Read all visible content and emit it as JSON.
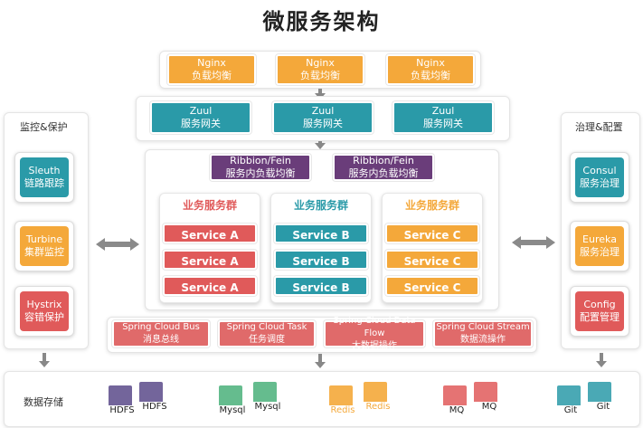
{
  "title": "微服务架构",
  "nginx": [
    {
      "line1": "Nginx",
      "line2": "负载均衡"
    },
    {
      "line1": "Nginx",
      "line2": "负载均衡"
    },
    {
      "line1": "Nginx",
      "line2": "负载均衡"
    }
  ],
  "zuul": [
    {
      "line1": "Zuul",
      "line2": "服务网关"
    },
    {
      "line1": "Zuul",
      "line2": "服务网关"
    },
    {
      "line1": "Zuul",
      "line2": "服务网关"
    }
  ],
  "ribbon": [
    {
      "line1": "Ribbion/Fein",
      "line2": "服务内负载均衡"
    },
    {
      "line1": "Ribbion/Fein",
      "line2": "服务内负载均衡"
    }
  ],
  "groups": [
    {
      "title": "业务服务群",
      "services": [
        "Service A",
        "Service A",
        "Service A"
      ],
      "color": "#e05a5a"
    },
    {
      "title": "业务服务群",
      "services": [
        "Service B",
        "Service B",
        "Service B"
      ],
      "color": "#2a9aa8"
    },
    {
      "title": "业务服务群",
      "services": [
        "Service C",
        "Service C",
        "Service C"
      ],
      "color": "#f4a83a"
    }
  ],
  "cloud": [
    {
      "line1": "Spring Cloud Bus",
      "line2": "消息总线"
    },
    {
      "line1": "Spring Cloud Task",
      "line2": "任务调度"
    },
    {
      "line1": "Spring Cloud Data Flow",
      "line2": "大数据操作"
    },
    {
      "line1": "Spring Cloud Stream",
      "line2": "数据流操作"
    }
  ],
  "left_panel": {
    "label": "监控&保护",
    "items": [
      {
        "line1": "Sleuth",
        "line2": "链路跟踪",
        "color": "#2a9aa8"
      },
      {
        "line1": "Turbine",
        "line2": "集群监控",
        "color": "#f4a83a"
      },
      {
        "line1": "Hystrix",
        "line2": "容错保护",
        "color": "#e05a5a"
      }
    ]
  },
  "right_panel": {
    "label": "治理&配置",
    "items": [
      {
        "line1": "Consul",
        "line2": "服务治理",
        "color": "#2a9aa8"
      },
      {
        "line1": "Eureka",
        "line2": "服务治理",
        "color": "#f4a83a"
      },
      {
        "line1": "Config",
        "line2": "配置管理",
        "color": "#e05a5a"
      }
    ]
  },
  "storage": {
    "label": "数据存储",
    "items": [
      {
        "labels": [
          "HDFS",
          "HDFS"
        ],
        "color": "#5a4a8a"
      },
      {
        "labels": [
          "Mysql",
          "Mysql"
        ],
        "color": "#4ab07a"
      },
      {
        "labels": [
          "Redis",
          "Redis"
        ],
        "color": "#f4a83a"
      },
      {
        "labels": [
          "MQ",
          "MQ"
        ],
        "color": "#e05a5a"
      },
      {
        "labels": [
          "Git",
          "Git"
        ],
        "color": "#2a9aa8"
      }
    ]
  }
}
